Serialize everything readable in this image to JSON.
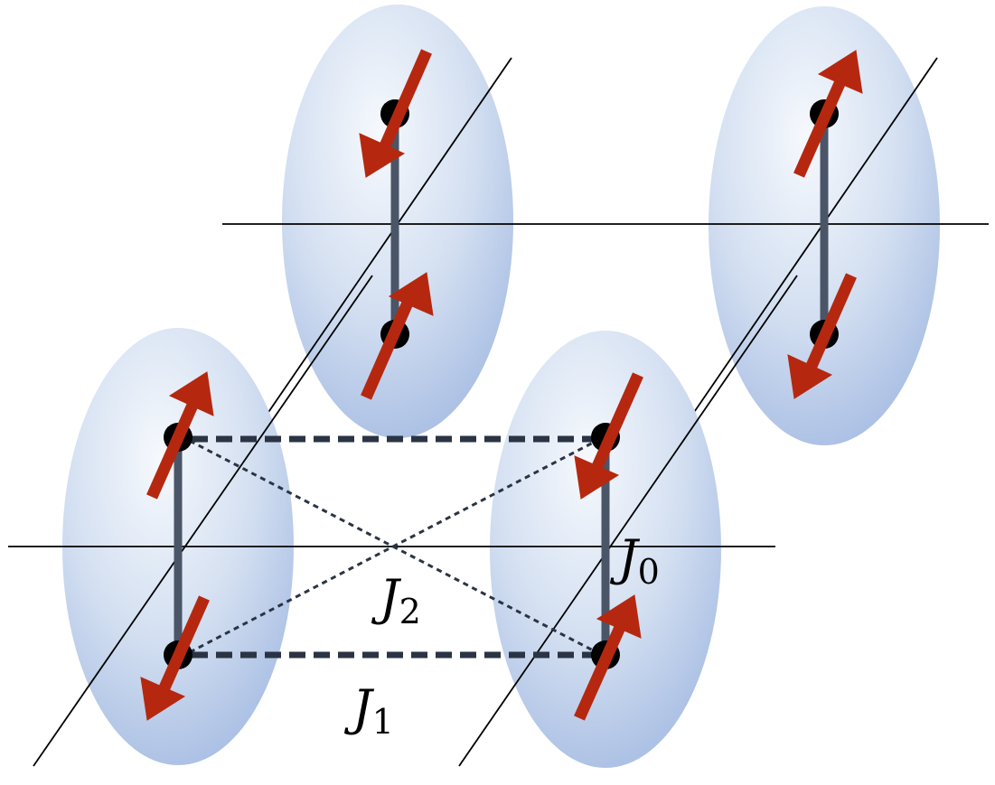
{
  "colors": {
    "background": "#ffffff",
    "spin_arrow": "#b5280f",
    "site": "#000000",
    "bond": "#4a5568",
    "coupling_line": "#2b3444",
    "axis_line": "#000000",
    "ellipse_light": "#f4f7fc",
    "ellipse_dark": "#a7bde3"
  },
  "labels": {
    "j0": {
      "base": "J",
      "sub": "0"
    },
    "j1": {
      "base": "J",
      "sub": "1"
    },
    "j2": {
      "base": "J",
      "sub": "2"
    }
  },
  "dimers": [
    {
      "name": "dimer-top-left",
      "top_spin": "down",
      "bottom_spin": "up"
    },
    {
      "name": "dimer-top-right",
      "top_spin": "up",
      "bottom_spin": "down"
    },
    {
      "name": "dimer-bottom-left",
      "top_spin": "up",
      "bottom_spin": "down"
    },
    {
      "name": "dimer-bottom-right",
      "top_spin": "down",
      "bottom_spin": "up"
    }
  ]
}
